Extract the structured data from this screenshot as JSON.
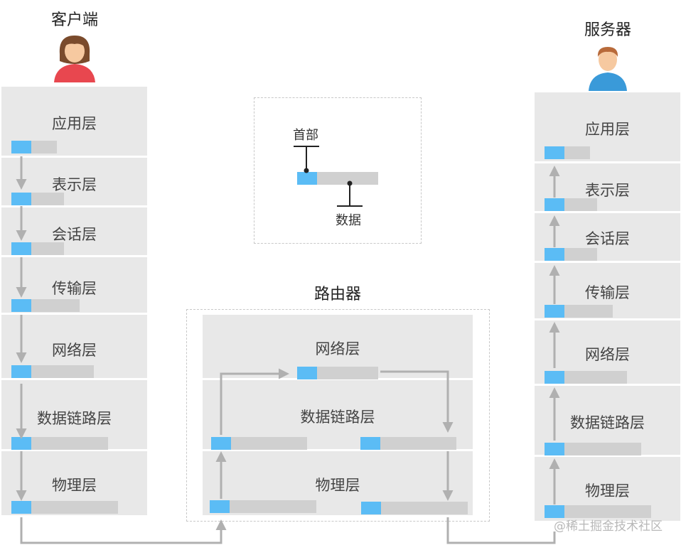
{
  "client": {
    "title": "客户端",
    "layers": [
      "应用层",
      "表示层",
      "会话层",
      "传输层",
      "网络层",
      "数据链路层",
      "物理层"
    ]
  },
  "server": {
    "title": "服务器",
    "layers": [
      "应用层",
      "表示层",
      "会话层",
      "传输层",
      "网络层",
      "数据链路层",
      "物理层"
    ]
  },
  "router": {
    "title": "路由器",
    "layers": [
      "网络层",
      "数据链路层",
      "物理层"
    ]
  },
  "legend": {
    "header_label": "首部",
    "data_label": "数据"
  },
  "watermark": "@稀土掘金技术社区",
  "colors": {
    "header": "#5bbcf5",
    "body": "#d0d0d0",
    "layer_bg": "#e8e8e8",
    "arrow": "#b0b0b0"
  },
  "icons": [
    "female-user-icon",
    "male-user-icon"
  ]
}
